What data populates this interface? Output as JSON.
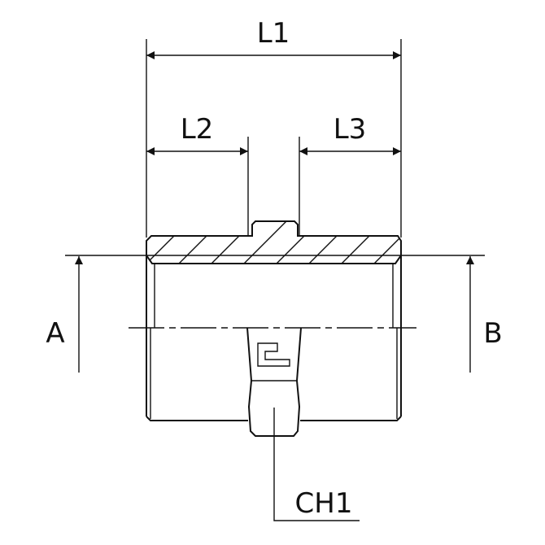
{
  "dimensions": {
    "L1": "L1",
    "L2": "L2",
    "L3": "L3",
    "A": "A",
    "B": "B",
    "CH1": "CH1"
  },
  "colors": {
    "line": "#111111",
    "background": "#ffffff"
  }
}
